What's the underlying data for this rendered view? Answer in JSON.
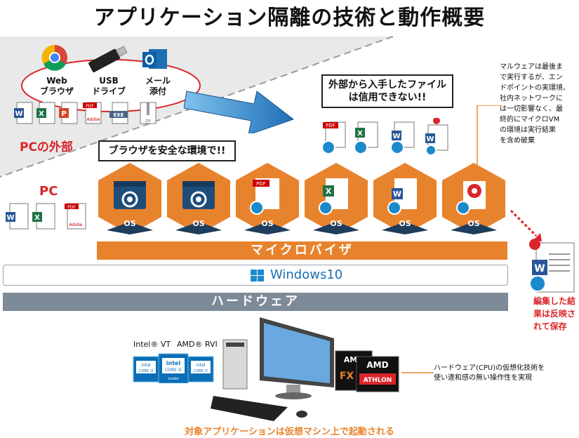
{
  "title": "アプリケーション隔離の技術と動作概要",
  "outside": {
    "label": "PCの外部",
    "items": [
      {
        "label_line1": "Web",
        "label_line2": "ブラウザ"
      },
      {
        "label_line1": "USB",
        "label_line2": "ドライブ"
      },
      {
        "label_line1": "メール",
        "label_line2": "添付"
      }
    ]
  },
  "pc_label": "PC",
  "callout_browser": "ブラウザを安全な環境で!!",
  "callout_file_line1": "外部から入手したファイル",
  "callout_file_line2": "は信用できない!!",
  "malware_note": [
    "マルウェアは最後ま",
    "で実行するが、エン",
    "ドポイントの実環境、",
    "社内ネットワークに",
    "は一切影響なく、最",
    "終的にマイクロVM",
    "の環境は実行結果",
    "を含め破棄"
  ],
  "vm_os_label": "OS",
  "micro_vm_label": "マイクロバイザ",
  "windows_label": "Windows10",
  "hardware_label": "ハードウェア",
  "edit_result": [
    "編集した結",
    "果は反映さ",
    "れて保存"
  ],
  "cpu_labels": {
    "intel": "Intel® VT",
    "amd": "AMD® RVI"
  },
  "cpu_note": [
    "ハードウェア(CPU)の仮想化技術を",
    "使い違和感の無い操作性を実現"
  ],
  "footer": "対象アプリケーションは仮想マシン上で起動される",
  "doc_glyphs": {
    "word": "W",
    "excel": "X",
    "ppt": "P",
    "pdf": "PDF",
    "adobe": "Adobe",
    "exe": "EXE",
    "zip": "ZIP"
  },
  "chip_labels": {
    "intel_inside": "intel",
    "core_i3": "CORE i3",
    "core_i5": "CORE i5",
    "core_i7": "CORE i7",
    "inside": "inside",
    "amd": "AMD",
    "fx": "FX",
    "athlon": "ATHLON"
  },
  "colors": {
    "orange": "#e8832d",
    "red": "#d9262b",
    "blue": "#1b6fb3",
    "gray": "#7d8a98"
  }
}
